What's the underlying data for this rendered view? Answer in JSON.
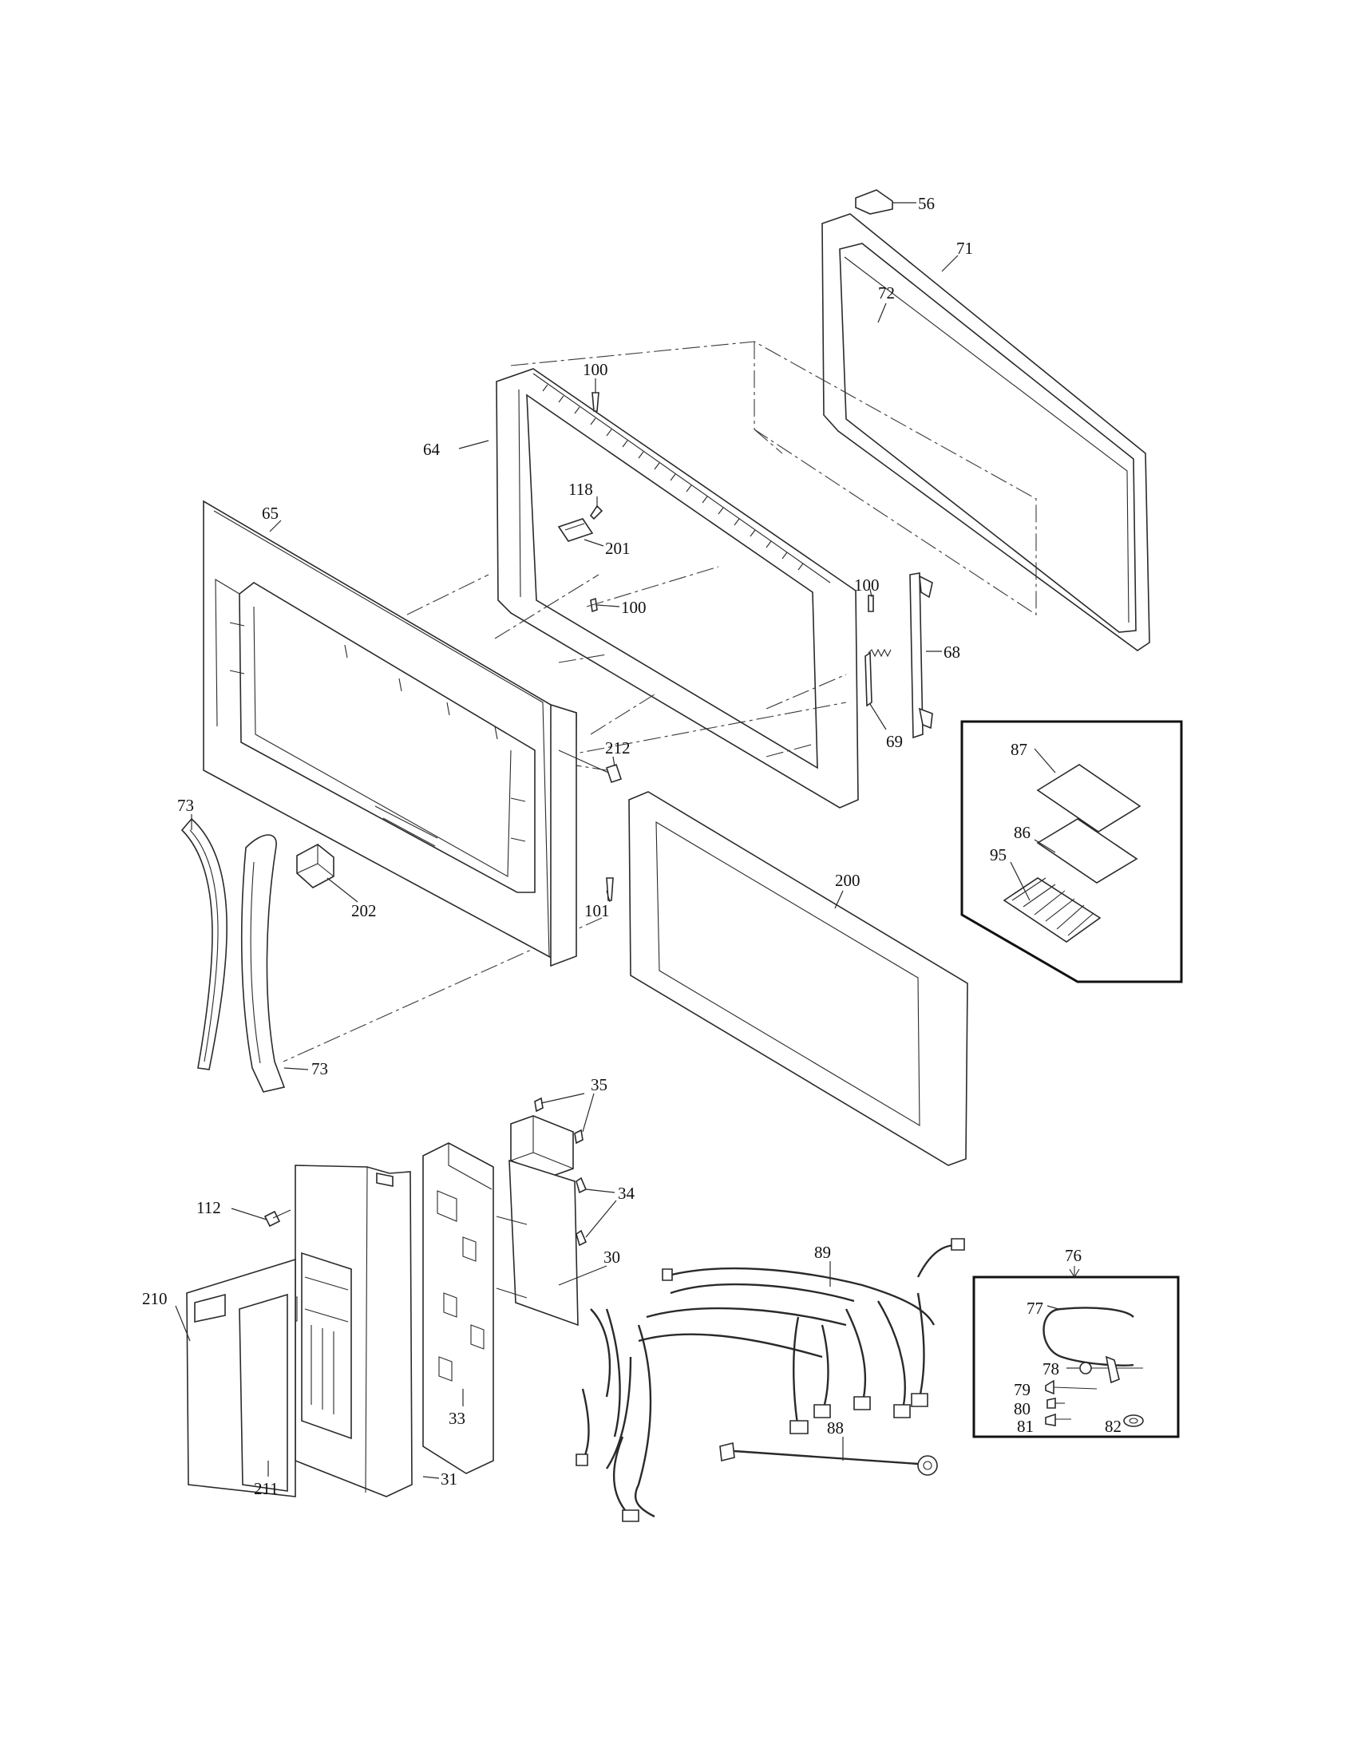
{
  "callouts": {
    "c56": "56",
    "c71": "71",
    "c72": "72",
    "c100a": "100",
    "c64": "64",
    "c118": "118",
    "c65": "65",
    "c201": "201",
    "c100b": "100",
    "c100c": "100",
    "c68": "68",
    "c69": "69",
    "c212": "212",
    "c73a": "73",
    "c202": "202",
    "c101": "101",
    "c200": "200",
    "c73b": "73",
    "c87": "87",
    "c86": "86",
    "c95": "95",
    "c35": "35",
    "c112": "112",
    "c34": "34",
    "c30": "30",
    "c210": "210",
    "c33": "33",
    "c211": "211",
    "c31": "31",
    "c89": "89",
    "c88": "88",
    "c76": "76",
    "c77": "77",
    "c78": "78",
    "c79": "79",
    "c80": "80",
    "c81": "81",
    "c82": "82"
  }
}
